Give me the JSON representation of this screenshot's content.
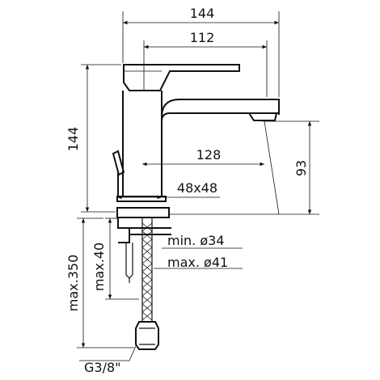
{
  "drawing": {
    "dimensions": {
      "overall_width": "144",
      "spout_width": "112",
      "overall_height": "144",
      "spout_height": "93",
      "reach": "128",
      "base": "48x48",
      "hole_min": "min. ø34",
      "hole_max": "max. ø41",
      "max_thickness": "max.40",
      "max_hose": "max.350",
      "thread": "G3/8\""
    }
  }
}
